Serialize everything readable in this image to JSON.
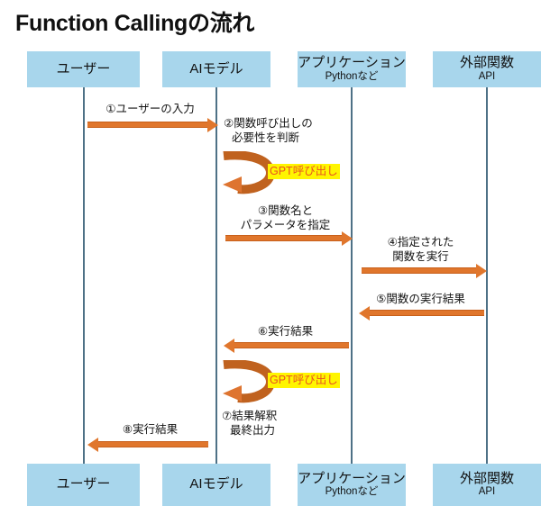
{
  "title": "Function Callingの流れ",
  "colors": {
    "actor_box": "#A8D6EC",
    "lifeline": "#4E7186",
    "arrow": "#E0762C",
    "loop_arrow": "#C0621F",
    "highlight_bg": "#FFF500",
    "highlight_text": "#E8521F",
    "background": "#FFFFFF",
    "text": "#111111"
  },
  "diagram": {
    "type": "sequence-diagram",
    "actors": [
      {
        "id": "user",
        "main": "ユーザー",
        "sub": ""
      },
      {
        "id": "ai-model",
        "main": "AIモデル",
        "sub": ""
      },
      {
        "id": "application",
        "main": "アプリケーション",
        "sub": "Pythonなど"
      },
      {
        "id": "external-api",
        "main": "外部関数",
        "sub": "API"
      }
    ],
    "messages": [
      {
        "num": "①",
        "label": "①ユーザーの入力",
        "from": "user",
        "to": "ai-model",
        "direction": "right"
      },
      {
        "num": "③",
        "label": "③関数名と\nパラメータを指定",
        "from": "ai-model",
        "to": "application",
        "direction": "right"
      },
      {
        "num": "④",
        "label": "④指定された\n関数を実行",
        "from": "application",
        "to": "external-api",
        "direction": "right"
      },
      {
        "num": "⑤",
        "label": "⑤関数の実行結果",
        "from": "external-api",
        "to": "application",
        "direction": "left"
      },
      {
        "num": "⑥",
        "label": "⑥実行結果",
        "from": "application",
        "to": "ai-model",
        "direction": "left"
      },
      {
        "num": "⑧",
        "label": "⑧実行結果",
        "from": "ai-model",
        "to": "user",
        "direction": "left"
      }
    ],
    "notes": [
      {
        "id": "note-2",
        "label": "②関数呼び出しの\n必要性を判断",
        "actor": "ai-model"
      },
      {
        "id": "note-7",
        "label": "⑦結果解釈\n最終出力",
        "actor": "ai-model"
      }
    ],
    "self_calls": [
      {
        "id": "gpt-call-1",
        "label": "GPT呼び出し",
        "actor": "ai-model"
      },
      {
        "id": "gpt-call-2",
        "label": "GPT呼び出し",
        "actor": "ai-model"
      }
    ],
    "labels": {
      "msg1": "①ユーザーの入力",
      "msg3_line1": "③関数名と",
      "msg3_line2": "パラメータを指定",
      "msg4_line1": "④指定された",
      "msg4_line2": "関数を実行",
      "msg5": "⑤関数の実行結果",
      "msg6": "⑥実行結果",
      "msg8": "⑧実行結果",
      "note2_line1": "②関数呼び出しの",
      "note2_line2": "必要性を判断",
      "note7_line1": "⑦結果解釈",
      "note7_line2": "最終出力",
      "gpt_call": "GPT呼び出し"
    },
    "actor_labels": {
      "user_top": "ユーザー",
      "ai_top": "AIモデル",
      "app_top": "アプリケーション",
      "app_top_sub": "Pythonなど",
      "api_top": "外部関数",
      "api_top_sub": "API",
      "user_bottom": "ユーザー",
      "ai_bottom": "AIモデル",
      "app_bottom": "アプリケーション",
      "app_bottom_sub": "Pythonなど",
      "api_bottom": "外部関数",
      "api_bottom_sub": "API"
    }
  }
}
